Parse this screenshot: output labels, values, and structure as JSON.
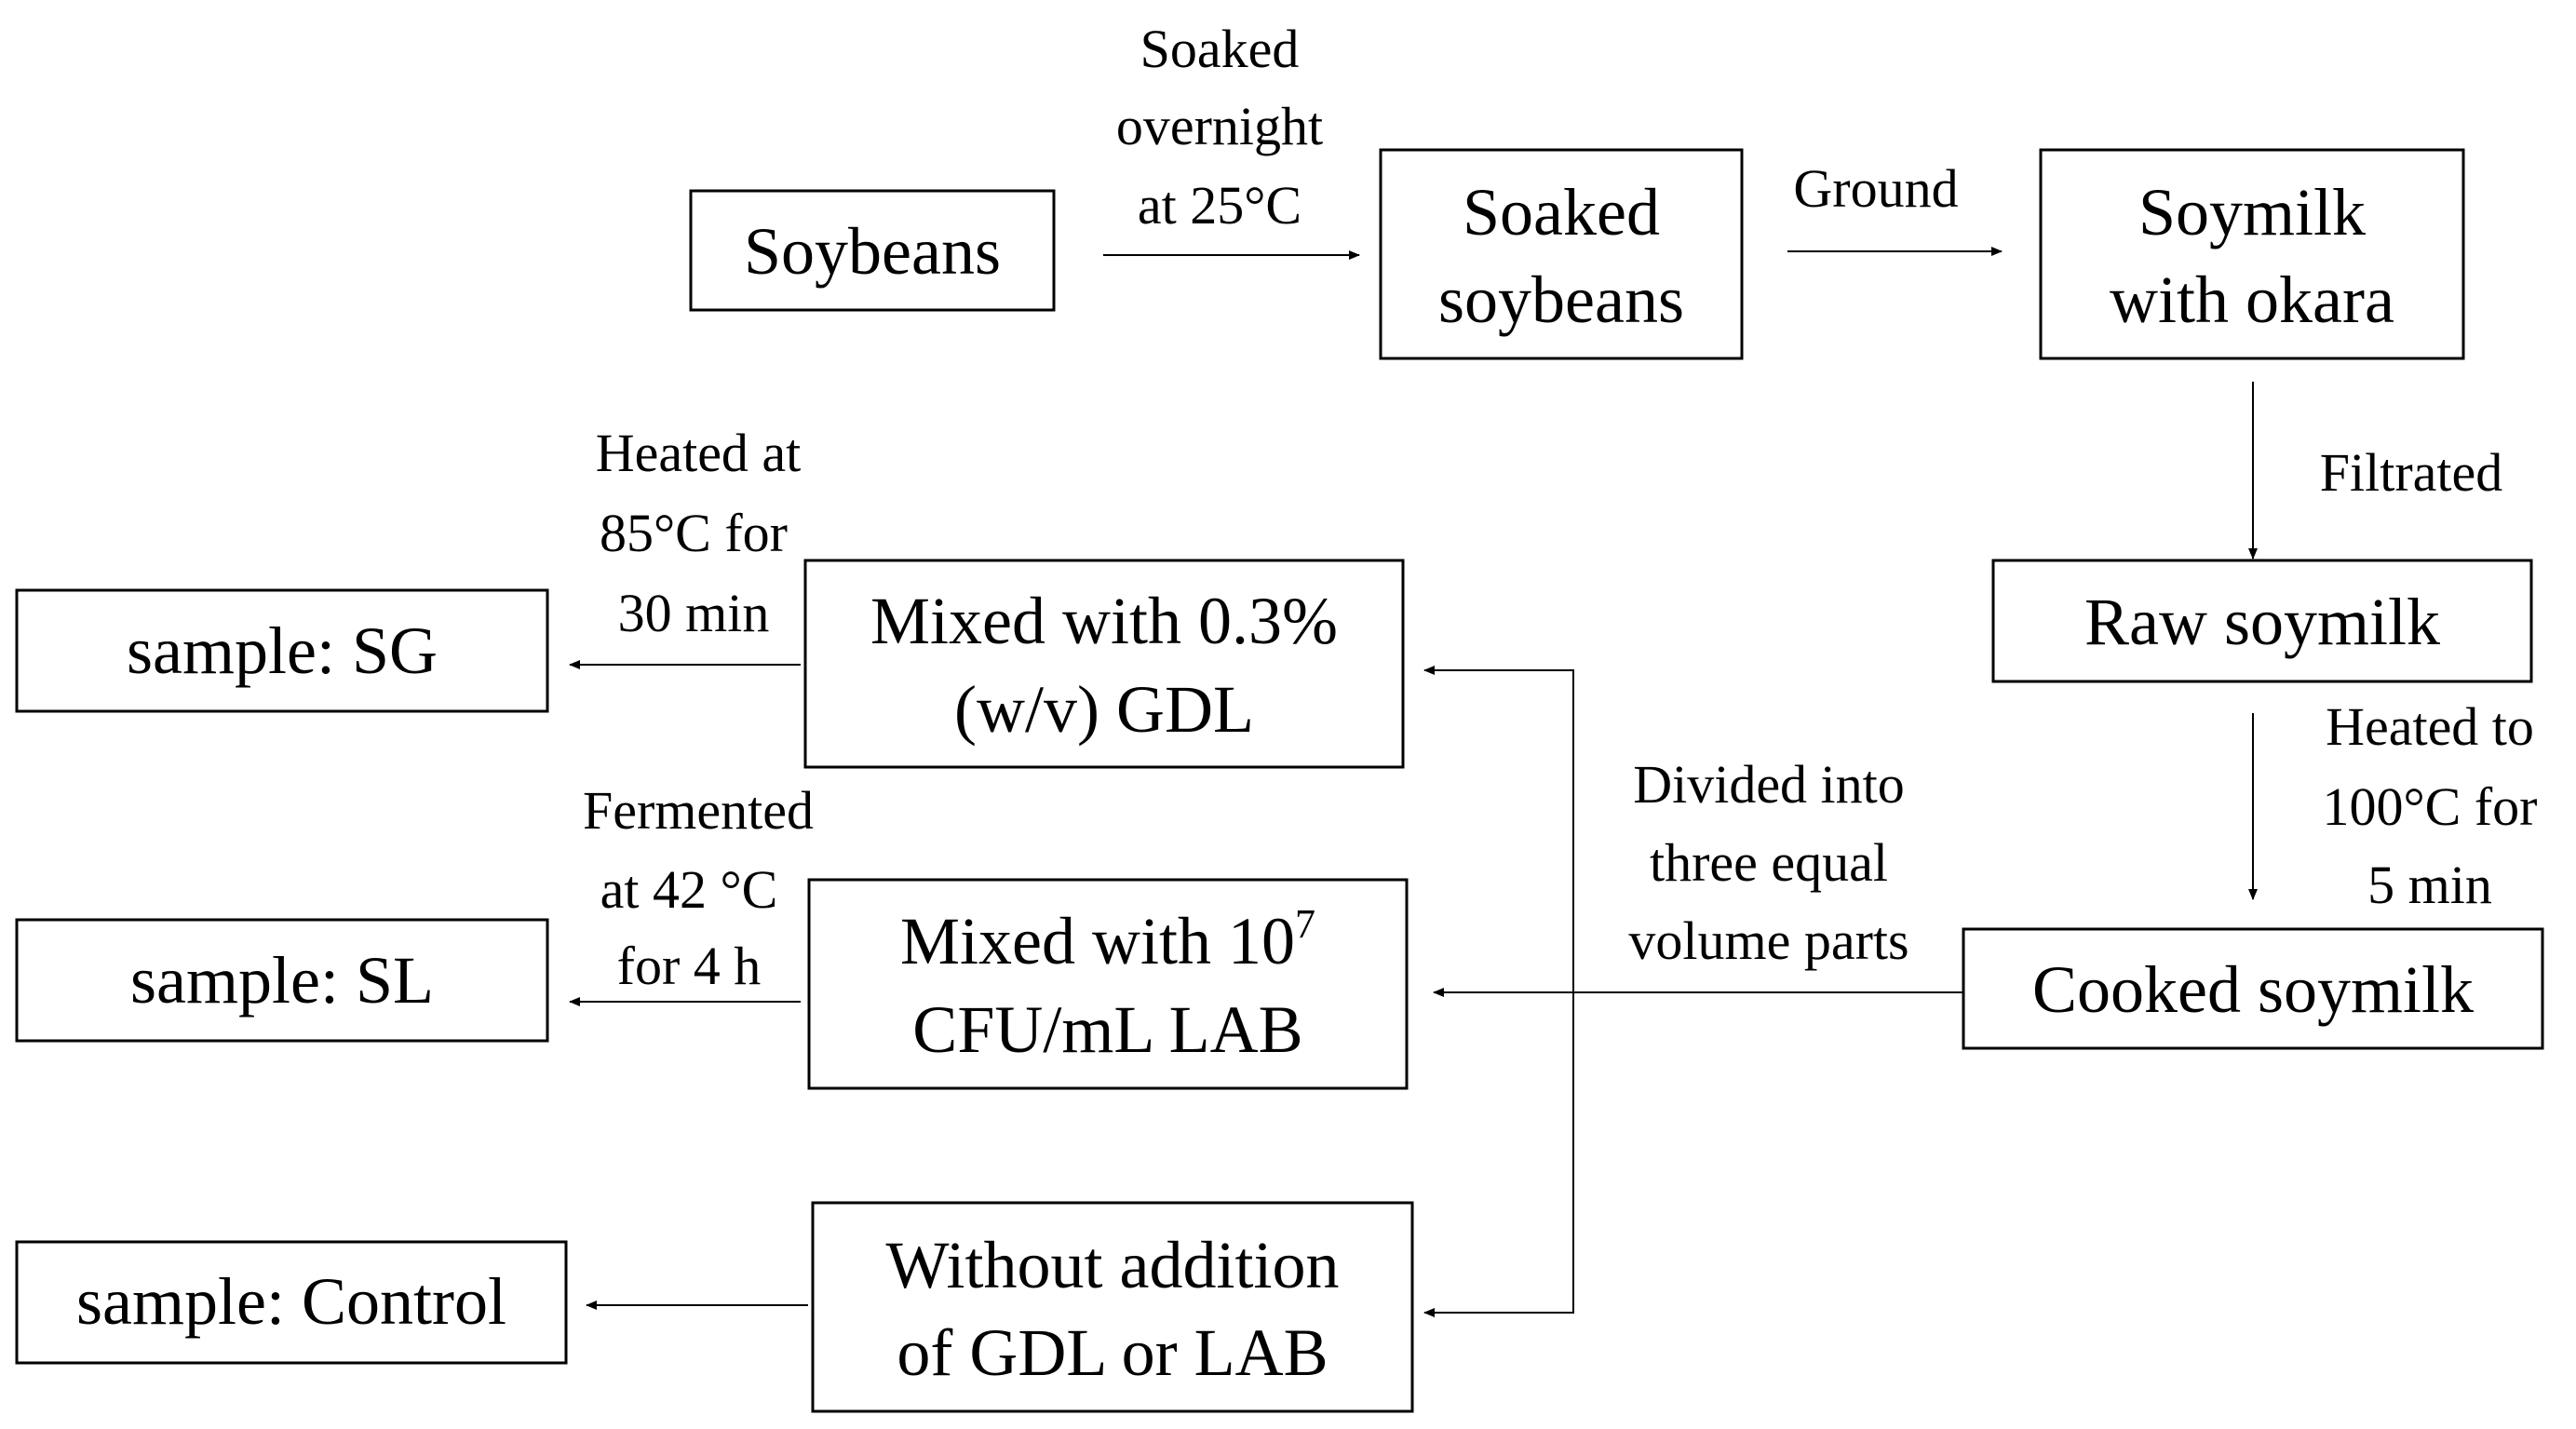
{
  "nodes": {
    "soybeans": "Soybeans",
    "soaked_1": "Soaked",
    "soaked_2": "soybeans",
    "okara_1": "Soymilk",
    "okara_2": "with okara",
    "raw": "Raw soymilk",
    "cooked": "Cooked soymilk",
    "gdl_1": "Mixed with 0.3%",
    "gdl_2": "(w/v) GDL",
    "lab_1": "Mixed with 10",
    "lab_1_sup": "7",
    "lab_2": "CFU/mL LAB",
    "none_1": "Without addition",
    "none_2": "of GDL or LAB",
    "sg": "sample: SG",
    "sl": "sample: SL",
    "control": "sample: Control"
  },
  "edges": {
    "soak_1": "Soaked",
    "soak_2": "overnight",
    "soak_3": "at 25°C",
    "ground": "Ground",
    "filtrated": "Filtrated",
    "heat100_1": "Heated to",
    "heat100_2": "100°C for",
    "heat100_3": "5 min",
    "divide_1": "Divided into",
    "divide_2": "three equal",
    "divide_3": "volume parts",
    "heat85_1": "Heated at",
    "heat85_2": "85°C for",
    "heat85_3": "30 min",
    "ferm_1": "Fermented",
    "ferm_2": "at 42 °C",
    "ferm_3": "for 4 h"
  }
}
